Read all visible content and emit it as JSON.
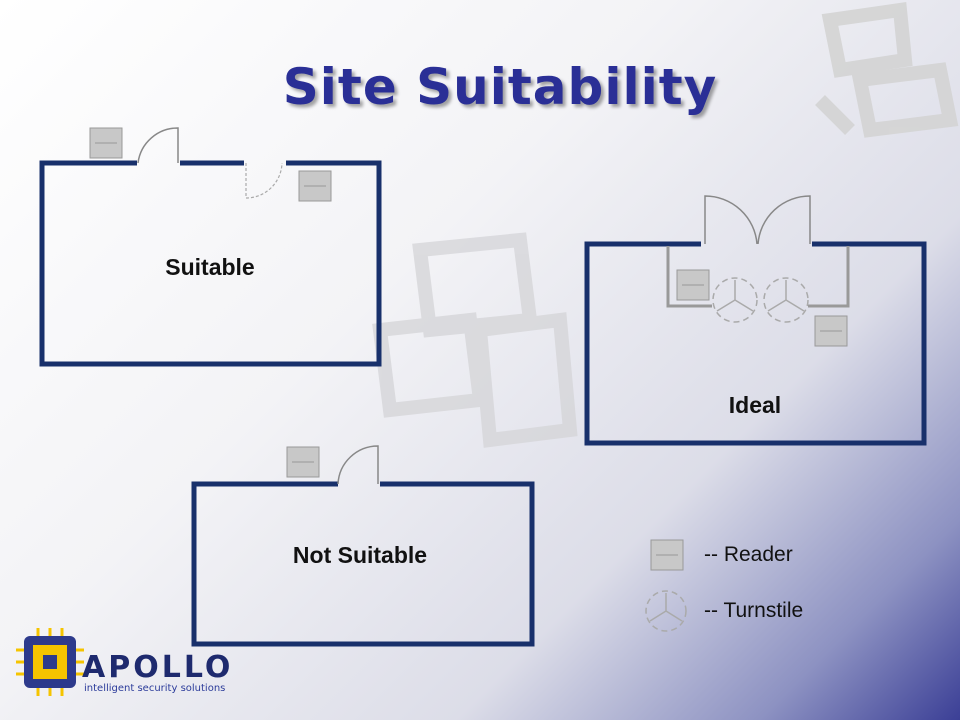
{
  "title": "Site Suitability",
  "rooms": {
    "suitable": "Suitable",
    "ideal": "Ideal",
    "not_suitable": "Not Suitable"
  },
  "legend": {
    "reader": "-- Reader",
    "turnstile": "-- Turnstile"
  },
  "logo": {
    "name": "APOLLO",
    "tagline": "intelligent security solutions"
  },
  "colors": {
    "wall": "#18306b",
    "title": "#2a2f96",
    "reader_fill": "#c8c8c8"
  }
}
